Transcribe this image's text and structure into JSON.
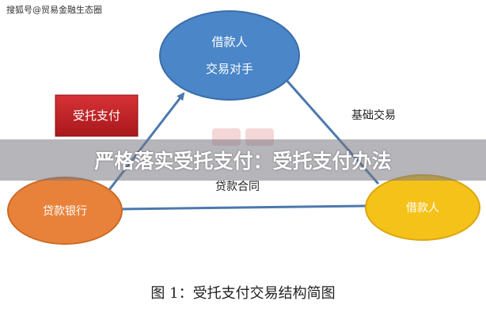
{
  "watermark": "搜狐号@贸易金融生态圈",
  "nodes": {
    "borrower_counterparty": {
      "line1": "借款人",
      "line2": "交易对手"
    },
    "loan_bank": {
      "label": "贷款银行"
    },
    "borrower": {
      "label": "借款人"
    }
  },
  "labels": {
    "entrusted_payment": "受托支付",
    "basic_transaction": "基础交易",
    "loan_contract": "贷款合同"
  },
  "banner": {
    "text": "严格落实受托支付：受托支付办法"
  },
  "caption": "图 1：受托支付交易结构简图",
  "colors": {
    "top_ellipse": "#4a86c8",
    "left_ellipse": "#e8823a",
    "right_ellipse": "#f5c21a",
    "red_box": "#c8282c",
    "connector": "#4c78ae"
  }
}
